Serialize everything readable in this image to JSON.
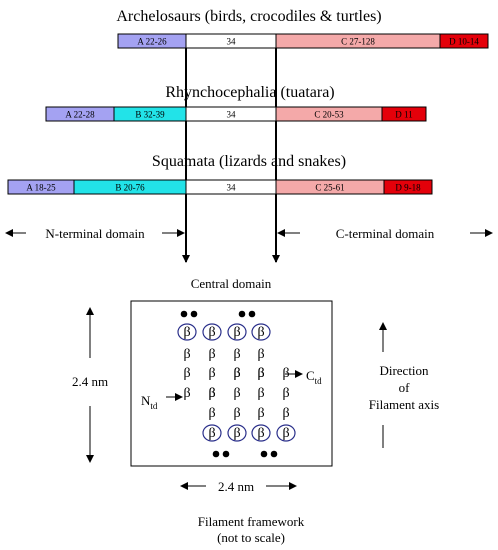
{
  "groups": [
    {
      "title": "Archelosaurs (birds, crocodiles & turtles)",
      "segments": [
        {
          "label": "A 22-26",
          "color": "#a4a2f2"
        },
        {
          "label": "34",
          "color": "#ffffff"
        },
        {
          "label": "C 27-128",
          "color": "#f4a9a9"
        },
        {
          "label": "D 10-14",
          "color": "#e4000a"
        }
      ]
    },
    {
      "title": "Rhynchocephalia (tuatara)",
      "segments": [
        {
          "label": "A 22-28",
          "color": "#a4a2f2"
        },
        {
          "label": "B 32-39",
          "color": "#22e3e8"
        },
        {
          "label": "34",
          "color": "#ffffff"
        },
        {
          "label": "C 20-53",
          "color": "#f4a9a9"
        },
        {
          "label": "D 11",
          "color": "#e4000a"
        }
      ]
    },
    {
      "title": "Squamata (lizards and snakes)",
      "segments": [
        {
          "label": "A 18-25",
          "color": "#a4a2f2"
        },
        {
          "label": "B 20-76",
          "color": "#22e3e8"
        },
        {
          "label": "34",
          "color": "#ffffff"
        },
        {
          "label": "C 25-61",
          "color": "#f4a9a9"
        },
        {
          "label": "D 9-18",
          "color": "#e4000a"
        }
      ]
    }
  ],
  "domains": {
    "n_terminal": "N-terminal domain",
    "c_terminal": "C-terminal domain",
    "central": "Central domain"
  },
  "framework": {
    "height_label": "2.4 nm",
    "width_label": "2.4 nm",
    "beta_symbol": "β",
    "n_td_main": "N",
    "n_td_sub": "td",
    "c_td_main": "C",
    "c_td_sub": "td",
    "direction_line1": "Direction",
    "direction_line2": "of",
    "direction_line3": "Filament axis",
    "caption_line1": "Filament framework",
    "caption_line2": "(not to scale)"
  }
}
